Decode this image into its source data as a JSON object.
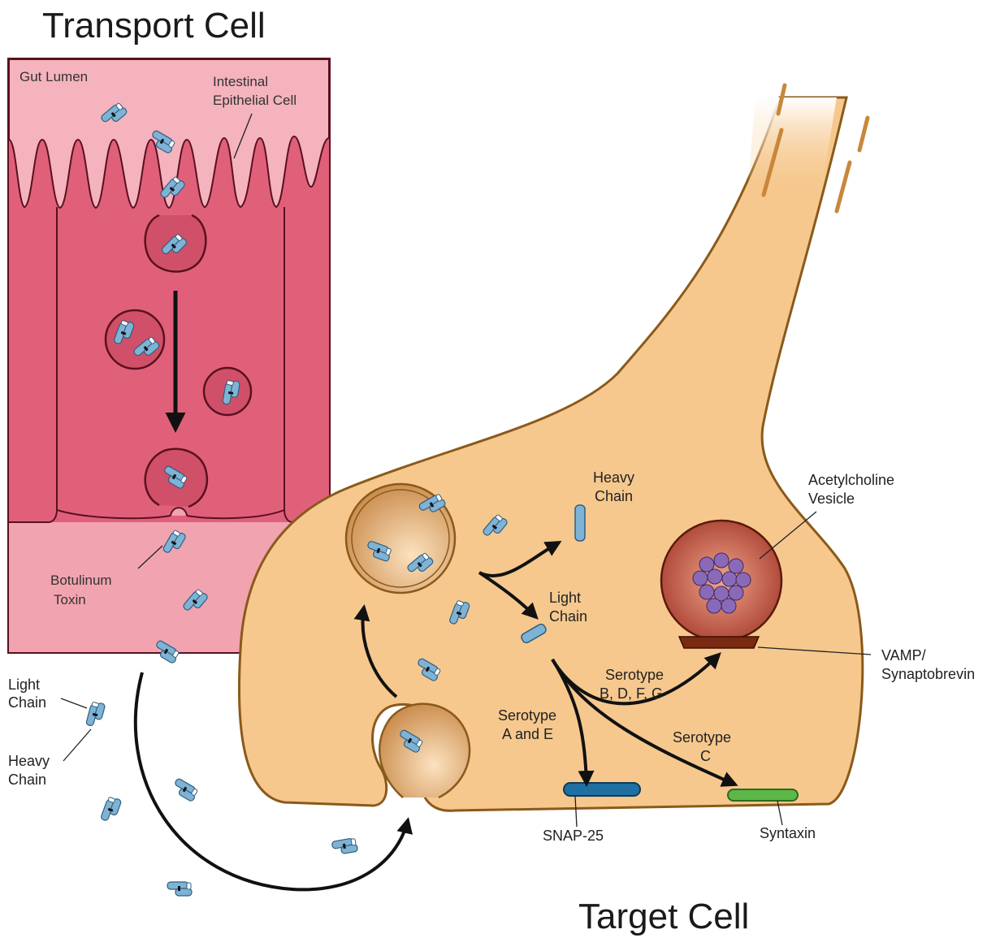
{
  "titles": {
    "transport": "Transport Cell",
    "target": "Target Cell"
  },
  "labels": {
    "gut_lumen": "Gut Lumen",
    "epithelial": [
      "Intestinal",
      "Epithelial Cell"
    ],
    "botulinum_toxin": [
      "Botulinum",
      "Toxin"
    ],
    "light_chain_left": [
      "Light",
      "Chain"
    ],
    "heavy_chain_left": [
      "Heavy",
      "Chain"
    ],
    "heavy_chain": [
      "Heavy",
      "Chain"
    ],
    "light_chain": [
      "Light",
      "Chain"
    ],
    "ach_vesicle": [
      "Acetylcholine",
      "Vesicle"
    ],
    "vamp": [
      "VAMP/",
      "Synaptobrevin"
    ],
    "serotype_bdfg": [
      "Serotype",
      "B, D, F, G"
    ],
    "serotype_ae": [
      "Serotype",
      "A and E"
    ],
    "serotype_c": [
      "Serotype",
      "C"
    ],
    "snap25": "SNAP-25",
    "syntaxin": "Syntaxin"
  },
  "colors": {
    "transport_fill": "#e0607a",
    "lumen_fill": "#f4b3bd",
    "target_fill": "#f6c88e",
    "toxin": "#7fb3d5",
    "snap25": "#1f6fa3",
    "syntaxin": "#5cb848",
    "vamp": "#7a2a10",
    "ach_vesicle": "#b04a3c"
  }
}
